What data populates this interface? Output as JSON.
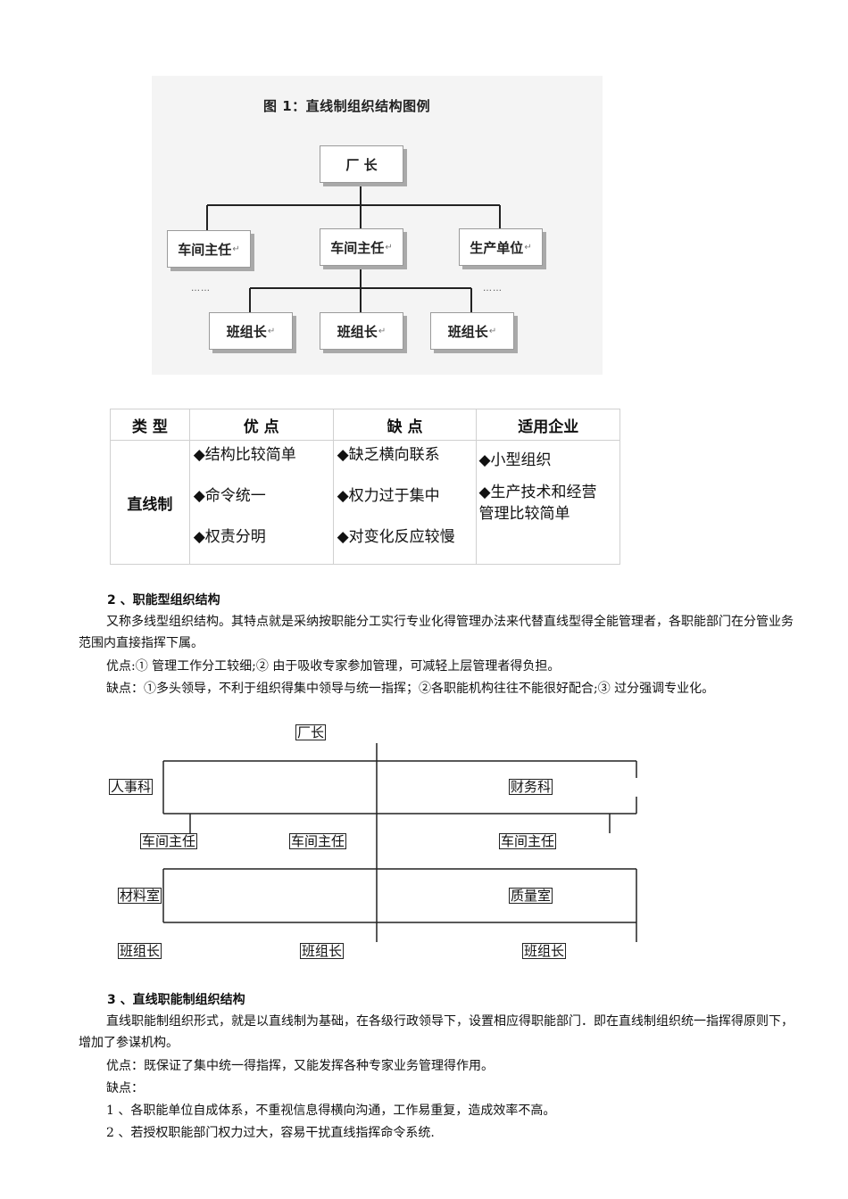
{
  "figure1": {
    "title": "图 1：直线制组织结构图例",
    "top": "厂 长",
    "mid": [
      "车间主任",
      "车间主任",
      "生产单位"
    ],
    "bottom": [
      "班组长",
      "班组长",
      "班组长"
    ],
    "ellipsis": "……",
    "return_mark": "↵"
  },
  "table": {
    "headers": [
      "类 型",
      "优 点",
      "缺 点",
      "适用企业"
    ],
    "row_type": "直线制",
    "pros": [
      "◆结构比较简单",
      "◆命令统一",
      "◆权责分明"
    ],
    "cons": [
      "◆缺乏横向联系",
      "◆权力过于集中",
      "◆对变化反应较慢"
    ],
    "suitable": [
      "◆小型组织",
      "◆生产技术和经营",
      "管理比较简单"
    ]
  },
  "section2": {
    "heading": "2 、职能型组织结构",
    "p1": "又称多线型组织结构。其特点就是采纳按职能分工实行专业化得管理办法来代替直线型得全能管理者，各职能部门在分管业务范围内直接指挥下属。",
    "p2": "优点:① 管理工作分工较细;② 由于吸收专家参加管理，可减轻上层管理者得负担。",
    "p3": "缺点：①多头领导，不利于组织得集中领导与统一指挥；②各职能机构往往不能很好配合;③ 过分强调专业化。"
  },
  "figure2": {
    "top": "厂长",
    "dept1": "人事科",
    "dept2": "财务科",
    "workshops": [
      "车间主任",
      "车间主任",
      "车间主任"
    ],
    "dept3": "材料室",
    "dept4": "质量室",
    "leaders": [
      "班组长",
      "班组长",
      "班组长"
    ]
  },
  "section3": {
    "heading": "3 、直线职能制组织结构",
    "p1": "直线职能制组织形式，就是以直线制为基础，在各级行政领导下，设置相应得职能部门．即在直线制组织统一指挥得原则下，增加了参谋机构。",
    "p2": "优点：既保证了集中统一得指挥，又能发挥各种专家业务管理得作用。",
    "p3": "缺点：",
    "p4": "1 、各职能单位自成体系，不重视信息得横向沟通，工作易重复，造成效率不高。",
    "p5": "2 、若授权职能部门权力过大，容易干扰直线指挥命令系统."
  }
}
